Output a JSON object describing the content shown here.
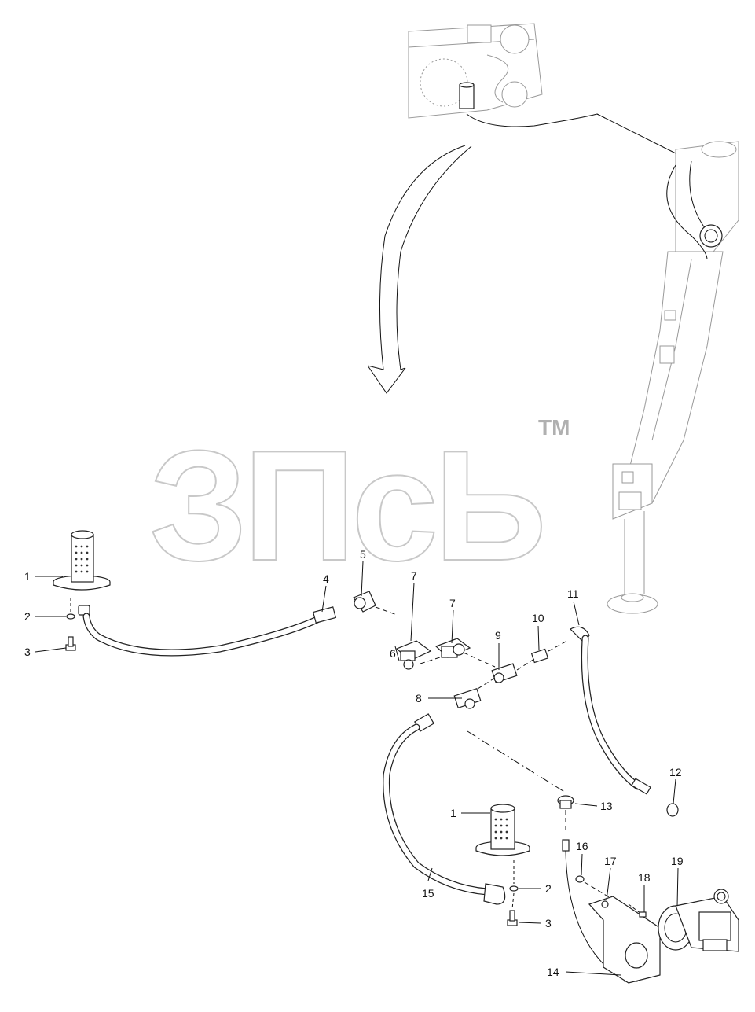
{
  "watermark": {
    "text": "ЗПсЬ",
    "tm": "TM"
  },
  "callouts": [
    {
      "id": "c1a",
      "label": "1"
    },
    {
      "id": "c2a",
      "label": "2"
    },
    {
      "id": "c3a",
      "label": "3"
    },
    {
      "id": "c4",
      "label": "4"
    },
    {
      "id": "c5",
      "label": "5"
    },
    {
      "id": "c6",
      "label": "6"
    },
    {
      "id": "c7a",
      "label": "7"
    },
    {
      "id": "c7b",
      "label": "7"
    },
    {
      "id": "c8",
      "label": "8"
    },
    {
      "id": "c9",
      "label": "9"
    },
    {
      "id": "c10",
      "label": "10"
    },
    {
      "id": "c11",
      "label": "11"
    },
    {
      "id": "c12",
      "label": "12"
    },
    {
      "id": "c13",
      "label": "13"
    },
    {
      "id": "c1b",
      "label": "1"
    },
    {
      "id": "c2b",
      "label": "2"
    },
    {
      "id": "c3b",
      "label": "3"
    },
    {
      "id": "c14",
      "label": "14"
    },
    {
      "id": "c15",
      "label": "15"
    },
    {
      "id": "c16",
      "label": "16"
    },
    {
      "id": "c17",
      "label": "17"
    },
    {
      "id": "c18",
      "label": "18"
    },
    {
      "id": "c19",
      "label": "19"
    }
  ]
}
